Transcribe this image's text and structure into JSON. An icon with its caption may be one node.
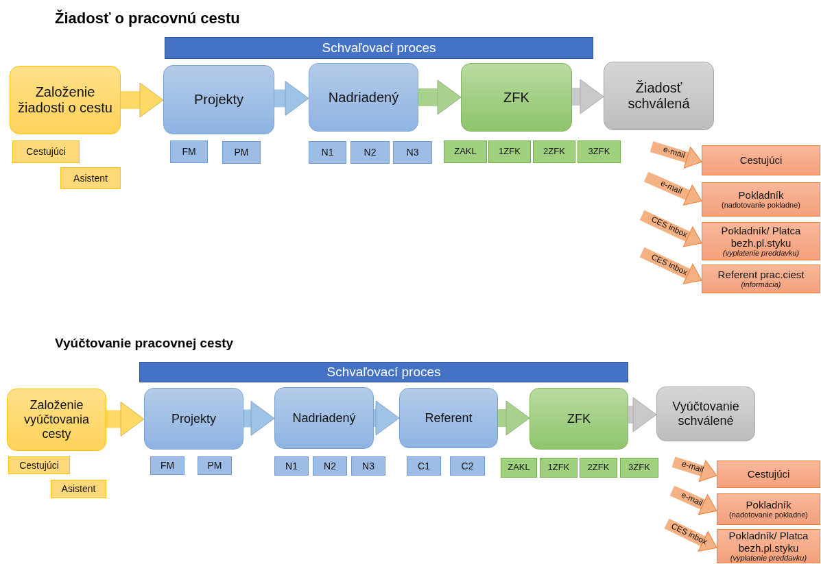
{
  "diagram": {
    "nodes": [
      {
        "text": [
          "Schvaľovací proces"
        ]
      },
      {
        "text": [
          "Založenie žiadosti o cestu"
        ]
      },
      {
        "text": [
          "Projekty"
        ]
      },
      {
        "text": [
          "Nadriadený"
        ]
      },
      {
        "text": [
          "ZFK"
        ]
      },
      {
        "text": [
          "Žiadosť schválená"
        ]
      },
      {
        "text": [
          "Cestujúci"
        ]
      },
      {
        "text": [
          "Asistent"
        ]
      },
      {
        "text": [
          "FM"
        ]
      },
      {
        "text": [
          "PM"
        ]
      },
      {
        "text": [
          "N1"
        ]
      },
      {
        "text": [
          "N2"
        ]
      },
      {
        "text": [
          "N3"
        ]
      },
      {
        "text": [
          "ZAKL"
        ]
      },
      {
        "text": [
          "1ZFK"
        ]
      },
      {
        "text": [
          "2ZFK"
        ]
      },
      {
        "text": [
          "3ZFK"
        ]
      },
      {
        "text": [
          "Cestujúci"
        ]
      },
      {
        "text": [
          "Pokladník",
          "(nadotovanie pokladne)"
        ]
      },
      {
        "text": [
          "Pokladník/ Platca bezh.pl.styku",
          "(vyplatenie preddavku)"
        ]
      },
      {
        "text": [
          "Referent prac.ciest",
          "(informácia)"
        ]
      },
      {
        "text": [
          "Schvaľovací proces"
        ]
      },
      {
        "text": [
          "Založenie vyúčtovania cesty"
        ]
      },
      {
        "text": [
          "Projekty"
        ]
      },
      {
        "text": [
          "Nadriadený"
        ]
      },
      {
        "text": [
          "Referent"
        ]
      },
      {
        "text": [
          "ZFK"
        ]
      },
      {
        "text": [
          "Vyúčtovanie schválené"
        ]
      },
      {
        "text": [
          "Cestujúci"
        ]
      },
      {
        "text": [
          "Asistent"
        ]
      },
      {
        "text": [
          "FM"
        ]
      },
      {
        "text": [
          "PM"
        ]
      },
      {
        "text": [
          "N1"
        ]
      },
      {
        "text": [
          "N2"
        ]
      },
      {
        "text": [
          "N3"
        ]
      },
      {
        "text": [
          "C1"
        ]
      },
      {
        "text": [
          "C2"
        ]
      },
      {
        "text": [
          "ZAKL"
        ]
      },
      {
        "text": [
          "1ZFK"
        ]
      },
      {
        "text": [
          "2ZFK"
        ]
      },
      {
        "text": [
          "3ZFK"
        ]
      },
      {
        "text": [
          "Cestujúci"
        ]
      },
      {
        "text": [
          "Pokladník",
          "(nadotovanie pokladne)"
        ]
      },
      {
        "text": [
          "Pokladník/ Platca bezh.pl.styku",
          "(vyplatenie preddavku)"
        ]
      }
    ],
    "edges": [
      {
        "from": 1,
        "to": 2,
        "arrow": "to",
        "color": "#ffd966"
      },
      {
        "from": 2,
        "to": 3,
        "arrow": "to",
        "color": "#9dc3e6"
      },
      {
        "from": 3,
        "to": 4,
        "arrow": "to",
        "color": "#a9d18e"
      },
      {
        "from": 4,
        "to": 5,
        "arrow": "to",
        "color": "#c9c9c9"
      },
      {
        "from": null,
        "to": 17,
        "arrow": "to",
        "label": "e-mail"
      },
      {
        "from": null,
        "to": 18,
        "arrow": "to",
        "label": "e-mail"
      },
      {
        "from": null,
        "to": 19,
        "arrow": "to",
        "label": "CES inbox"
      },
      {
        "from": null,
        "to": 20,
        "arrow": "to",
        "label": "CES inbox"
      },
      {
        "from": 22,
        "to": 23,
        "arrow": "to",
        "color": "#ffd966"
      },
      {
        "from": 23,
        "to": 24,
        "arrow": "to",
        "color": "#9dc3e6"
      },
      {
        "from": 24,
        "to": 25,
        "arrow": "to",
        "color": "#9dc3e6"
      },
      {
        "from": 25,
        "to": 26,
        "arrow": "to",
        "color": "#a9d18e"
      },
      {
        "from": 26,
        "to": 27,
        "arrow": "to",
        "color": "#c9c9c9"
      },
      {
        "from": null,
        "to": 41,
        "arrow": "to",
        "label": "e-mail"
      },
      {
        "from": null,
        "to": 42,
        "arrow": "to",
        "label": "e-mail"
      },
      {
        "from": null,
        "to": 43,
        "arrow": "to",
        "label": "CES inbox"
      }
    ],
    "labels": [
      "Žiadosť o pracovnú cestu",
      "Vyúčtovanie pracovnej cesty"
    ]
  }
}
